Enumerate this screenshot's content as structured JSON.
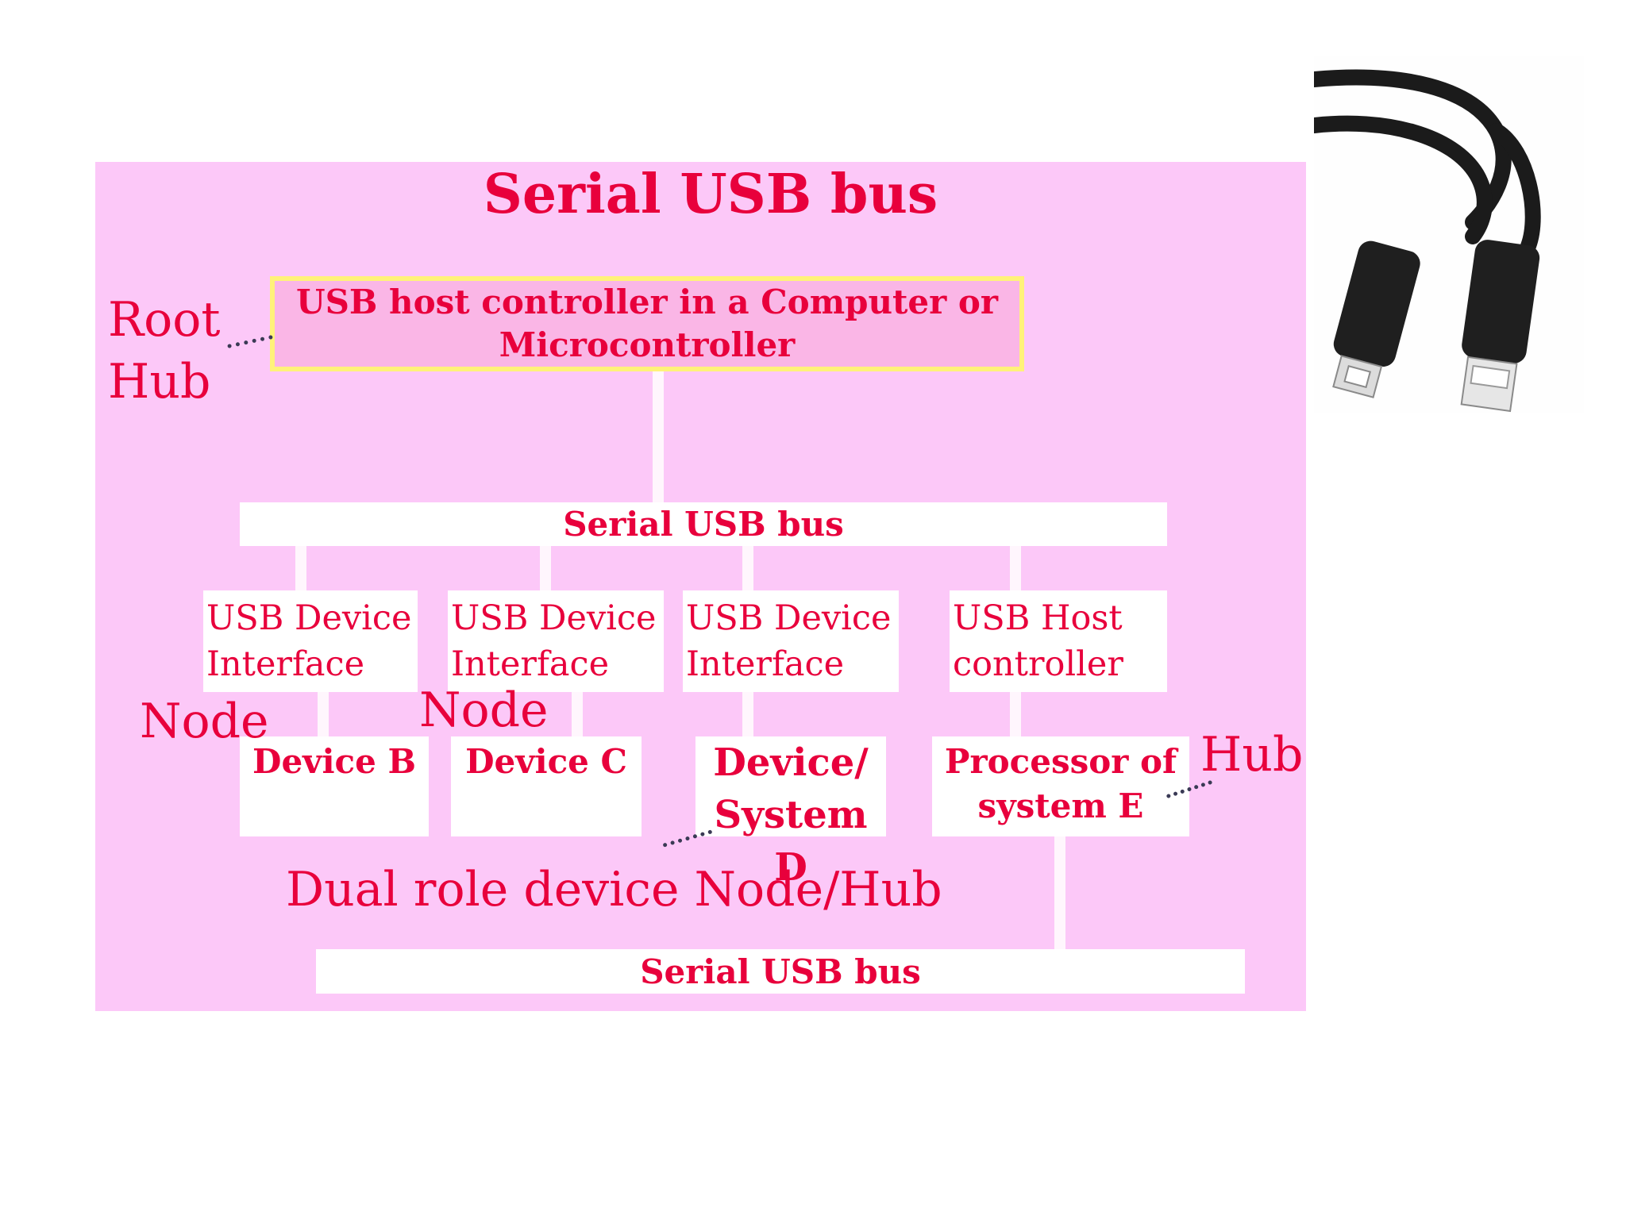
{
  "title": "Serial USB bus",
  "host_controller": {
    "line1": "USB host controller in a Computer or",
    "line2": "Microcontroller"
  },
  "bus_top": "Serial USB bus",
  "bus_bottom": "Serial USB bus",
  "interfaces": [
    {
      "line1": "USB Device",
      "line2": "Interface"
    },
    {
      "line1": "USB Device",
      "line2": "Interface"
    },
    {
      "line1": "USB Device",
      "line2": "Interface"
    },
    {
      "line1": "USB Host",
      "line2": "controller"
    }
  ],
  "devices": [
    {
      "line1": "Device B"
    },
    {
      "line1": "Device C"
    },
    {
      "line1": "Device/",
      "line2": "System D"
    },
    {
      "line1": "Processor of",
      "line2": "system E"
    }
  ],
  "labels": {
    "root_hub_1": "Root",
    "root_hub_2": "Hub",
    "node_1": "Node",
    "node_2": "Node",
    "hub": "Hub",
    "dual_role": "Dual role device Node/Hub"
  },
  "colors": {
    "panel": "#fcc8f8",
    "text_red": "#e8003c",
    "host_border": "#fff27a"
  },
  "icons": {
    "cable": "usb-cable-image"
  }
}
